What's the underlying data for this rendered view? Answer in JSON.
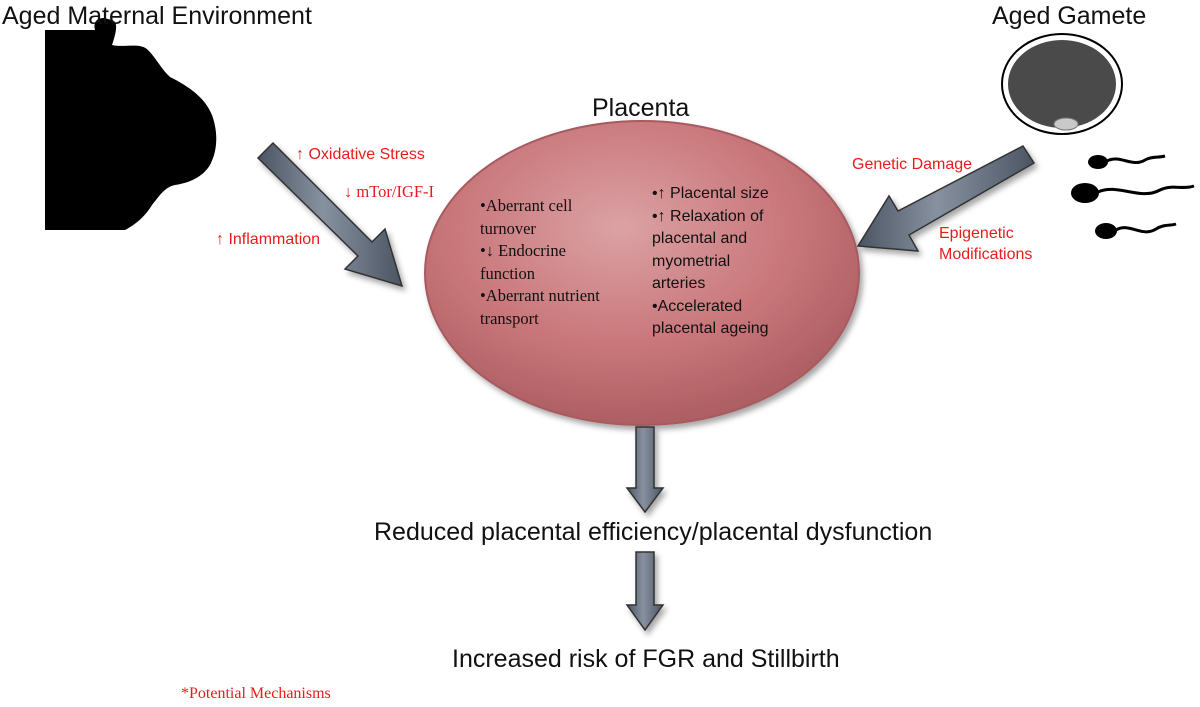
{
  "labels": {
    "maternal": "Aged Maternal Environment",
    "gamete": "Aged Gamete",
    "placenta": "Placenta"
  },
  "maternal_factors": {
    "oxidative": "↑ Oxidative Stress",
    "mtor": "↓ mTor/IGF-I",
    "inflammation": "↑ Inflammation"
  },
  "gamete_factors": {
    "genetic": "Genetic Damage",
    "epigenetic_1": "Epigenetic",
    "epigenetic_2": "Modifications"
  },
  "placenta_left": [
    "•Aberrant cell",
    "turnover",
    "•↓ Endocrine",
    "function",
    "•Aberrant nutrient",
    "transport"
  ],
  "placenta_right": [
    "•↑ Placental size",
    "•↑ Relaxation of",
    "placental and",
    "myometrial",
    "arteries",
    "•Accelerated",
    "placental ageing"
  ],
  "outcomes": {
    "dysfunction": "Reduced placental efficiency/placental dysfunction",
    "risk": "Increased risk of FGR and Stillbirth"
  },
  "footnote": "*Potential Mechanisms",
  "colors": {
    "factor_text": "#e81c1c",
    "placenta_fill": "#c9777b",
    "arrow_fill": "#6f7b8c"
  }
}
